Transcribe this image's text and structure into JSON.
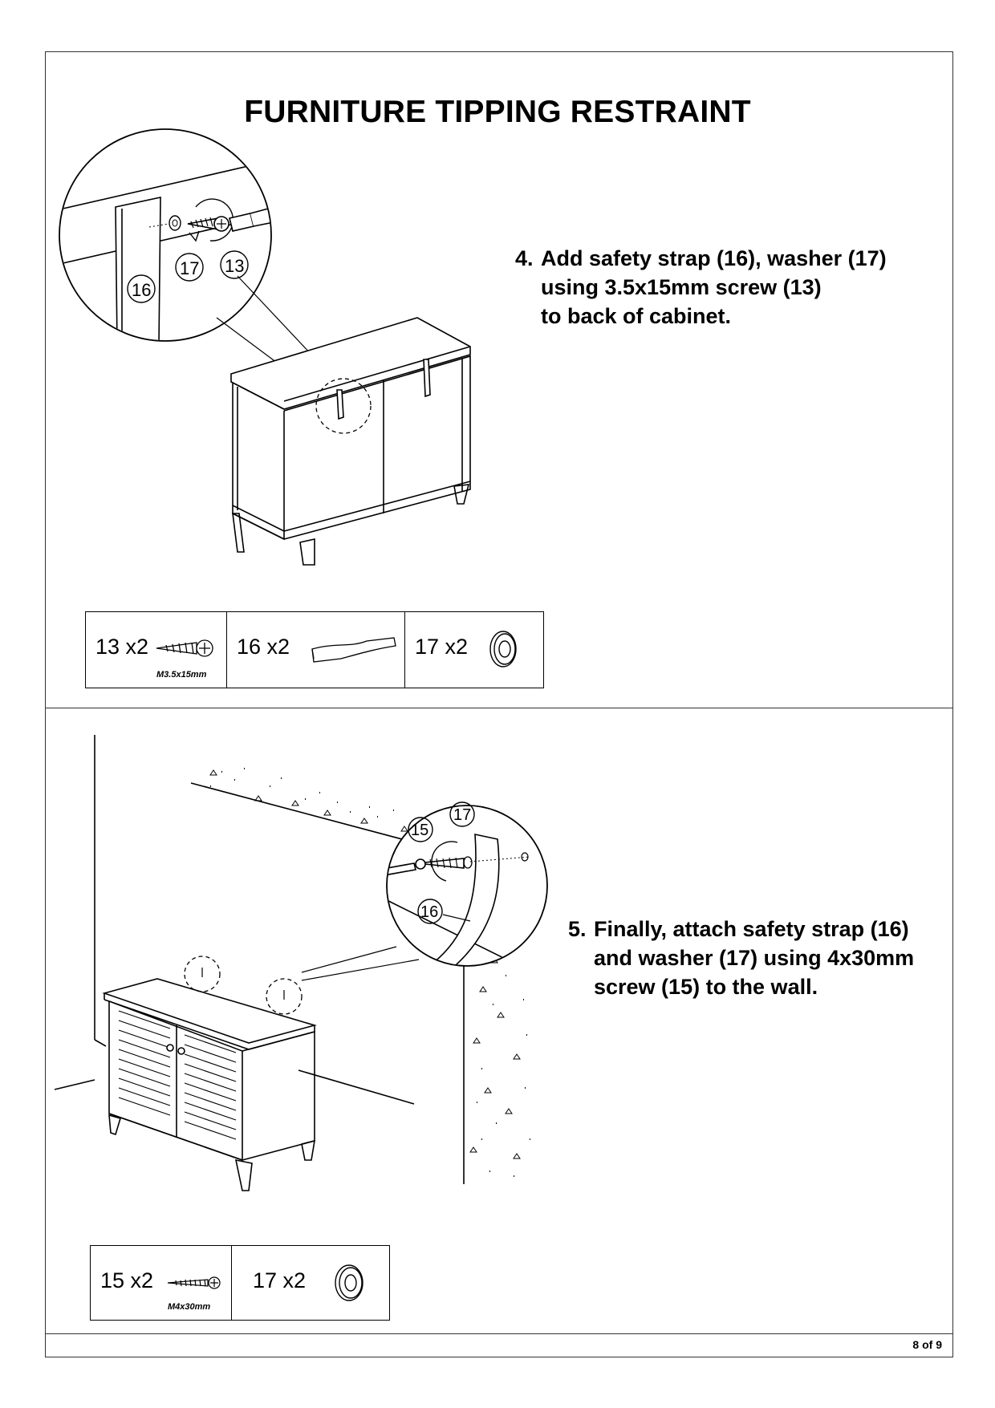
{
  "title": "FURNITURE TIPPING RESTRAINT",
  "step4": {
    "number": "4.",
    "lines": [
      "Add safety strap (16), washer (17)",
      "using 3.5x15mm screw (13)",
      "to back of cabinet."
    ],
    "callouts": [
      "16",
      "17",
      "13"
    ],
    "parts": [
      {
        "qty": "13 x2",
        "spec": "M3.5x15mm",
        "icon": "screw-icon"
      },
      {
        "qty": "16 x2",
        "icon": "strap-icon"
      },
      {
        "qty": "17 x2",
        "icon": "washer-icon"
      }
    ]
  },
  "step5": {
    "number": "5.",
    "lines": [
      "Finally, attach safety strap (16)",
      "and washer (17) using 4x30mm",
      "screw (15) to the wall."
    ],
    "callouts": [
      "15",
      "17",
      "16"
    ],
    "parts": [
      {
        "qty": "15 x2",
        "spec": "M4x30mm",
        "icon": "screw-icon"
      },
      {
        "qty": "17 x2",
        "icon": "washer-icon"
      }
    ]
  },
  "page_number": "8 of 9"
}
